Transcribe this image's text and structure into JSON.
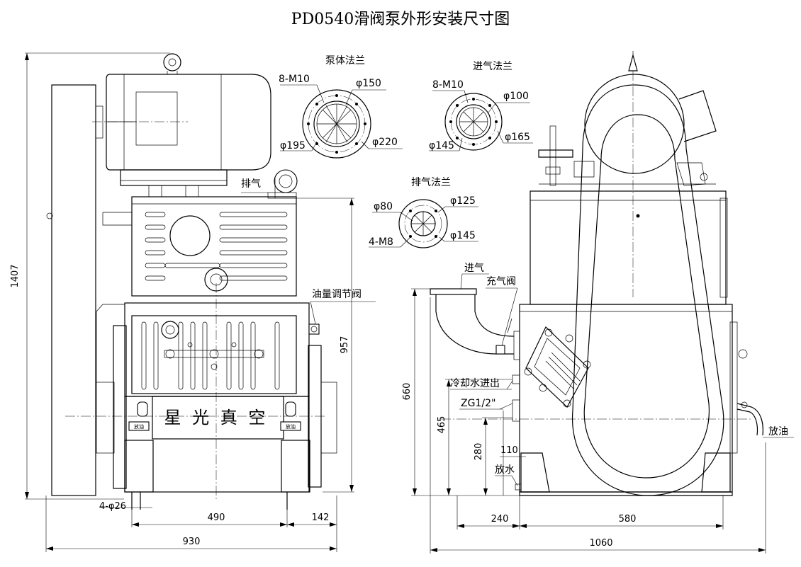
{
  "title": "PD0540滑阀泵外形安装尺寸图",
  "flanges": {
    "pump_body": {
      "title": "泵体法兰",
      "bolts": "8-M10",
      "d1": "φ150",
      "d2": "φ220",
      "d3": "φ195"
    },
    "inlet": {
      "title": "进气法兰",
      "bolts": "8-M10",
      "d1": "φ100",
      "d2": "φ145",
      "d3": "φ165"
    },
    "exhaust": {
      "title": "排气法兰",
      "d1": "φ80",
      "d2": "φ125",
      "d3": "φ145",
      "bolts": "4-M8"
    }
  },
  "labels": {
    "exhaust": "排气",
    "oil_valve": "油量调节阀",
    "inlet": "进气",
    "gas_ballast": "充气阀",
    "cooling_water": "冷却水进出",
    "thread": "ZG1/2\"",
    "water_drain": "放水",
    "oil_drain": "放油",
    "brand": "星 光 真 空",
    "drain_tag_left": "放油",
    "drain_tag_right": "放油"
  },
  "dimensions": {
    "front": {
      "height_total": "1407",
      "height_exhaust": "957",
      "holes": "4-φ26",
      "bolt_spacing": "490",
      "right_offset": "142",
      "base_width": "930"
    },
    "side": {
      "inlet_height": "660",
      "water_height": "465",
      "drain_height": "280",
      "drain_offset": "110",
      "left_span": "240",
      "right_span": "580",
      "total_width": "1060"
    }
  }
}
